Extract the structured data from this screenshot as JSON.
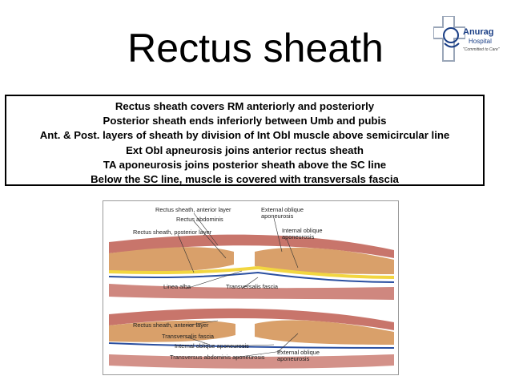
{
  "title": "Rectus sheath",
  "logo": {
    "name_line1": "Anurag",
    "name_line2": "Hospital",
    "tagline": "\"Committed to Care\""
  },
  "notes": [
    "Rectus sheath covers RM anteriorly and posteriorly",
    "Posterior sheath ends inferiorly between Umb and pubis",
    "Ant. & Post. layers of sheath by division of Int Obl muscle above semicircular line",
    "Ext Obl apneurosis joins anterior rectus sheath",
    "TA aponeurosis joins posterior sheath above the SC line",
    "Below the SC line, muscle is covered with transversals fascia"
  ],
  "figure": {
    "upper": {
      "rectus_sheath_anterior": "Rectus sheath, anterior layer",
      "rectus_abdominis": "Rectus abdominis",
      "rectus_sheath_posterior": "Rectus sheath, posterior layer",
      "external_oblique_1": "External oblique",
      "external_oblique_2": "aponeurosis",
      "internal_oblique_1": "Internal oblique",
      "internal_oblique_2": "aponeurosis",
      "linea_alba": "Linea alba",
      "transversalis_fascia": "Transversalis fascia"
    },
    "lower": {
      "rectus_sheath_anterior": "Rectus sheath, anterior layer",
      "transversalis_fascia": "Transversalis fascia",
      "internal_oblique": "Internal oblique aponeurosis",
      "transversus": "Transversus abdominis aponeurosis",
      "external_oblique_1": "External oblique",
      "external_oblique_2": "aponeurosis"
    }
  },
  "colors": {
    "muscle": "#d9a06a",
    "sheath_yellow": "#f2d640",
    "fascia_blue": "#2a4fa0",
    "skin_red": "#b5473a",
    "logo_blue": "#1b3f86"
  }
}
